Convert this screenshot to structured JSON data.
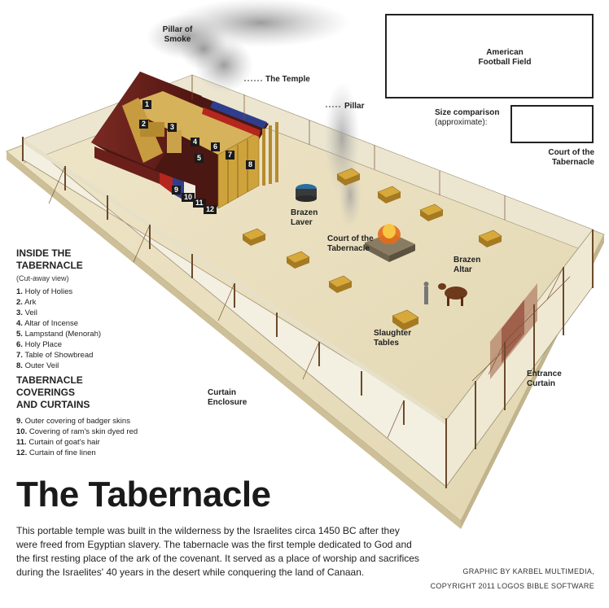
{
  "labels": {
    "pillar_of_smoke": [
      "Pillar of",
      "Smoke"
    ],
    "the_temple": "The Temple",
    "pillar": "Pillar",
    "football_field": [
      "American",
      "Football Field"
    ],
    "size_comparison": "Size comparison",
    "approximate": "(approximate):",
    "court_mini": [
      "Court of the",
      "Tabernacle"
    ],
    "brazen_laver": [
      "Brazen",
      "Laver"
    ],
    "court_center": [
      "Court of the",
      "Tabernacle"
    ],
    "brazen_altar": [
      "Brazen",
      "Altar"
    ],
    "slaughter_tables": [
      "Slaughter",
      "Tables"
    ],
    "entrance_curtain": [
      "Entrance",
      "Curtain"
    ],
    "curtain_enclosure": [
      "Curtain",
      "Enclosure"
    ]
  },
  "numbers": [
    "1",
    "2",
    "3",
    "4",
    "5",
    "6",
    "7",
    "8",
    "9",
    "10",
    "11",
    "12"
  ],
  "inside": {
    "heading": [
      "INSIDE THE",
      "TABERNACLE"
    ],
    "sub": "(Cut-away view)",
    "items": [
      {
        "num": "1.",
        "text": "Holy of Holies"
      },
      {
        "num": "2.",
        "text": "Ark"
      },
      {
        "num": "3.",
        "text": "Veil"
      },
      {
        "num": "4.",
        "text": "Altar of Incense"
      },
      {
        "num": "5.",
        "text": "Lampstand (Menorah)"
      },
      {
        "num": "6.",
        "text": "Holy Place"
      },
      {
        "num": "7.",
        "text": "Table of Showbread"
      },
      {
        "num": "8.",
        "text": "Outer Veil"
      }
    ]
  },
  "coverings": {
    "heading": [
      "TABERNACLE",
      "COVERINGS",
      "AND CURTAINS"
    ],
    "items": [
      {
        "num": "9.",
        "text": "Outer covering of badger skins"
      },
      {
        "num": "10.",
        "text": "Covering of ram's skin dyed red"
      },
      {
        "num": "11.",
        "text": "Curtain of goat's hair"
      },
      {
        "num": "12.",
        "text": "Curtain of fine linen"
      }
    ]
  },
  "title": "The Tabernacle",
  "description": "This portable temple was built in the wilderness by the Israelites circa 1450 BC after they were freed from Egyptian slavery. The tabernacle was the first temple dedicated to God and the first resting place of the ark of the covenant. It served as a place of worship and sacrifices during the Israelites' 40 years in the desert while conquering the land of Canaan.",
  "credit": [
    "GRAPHIC BY KARBEL MULTIMEDIA,",
    "COPYRIGHT 2011 LOGOS BIBLE SOFTWARE"
  ],
  "colors": {
    "ground": "#e9dfbf",
    "curtain": "#f4f0e2",
    "post": "#6b4a2a",
    "roof": "#6a1f1a",
    "gold": "#c9a032",
    "smoke": "#9a9a9a"
  }
}
